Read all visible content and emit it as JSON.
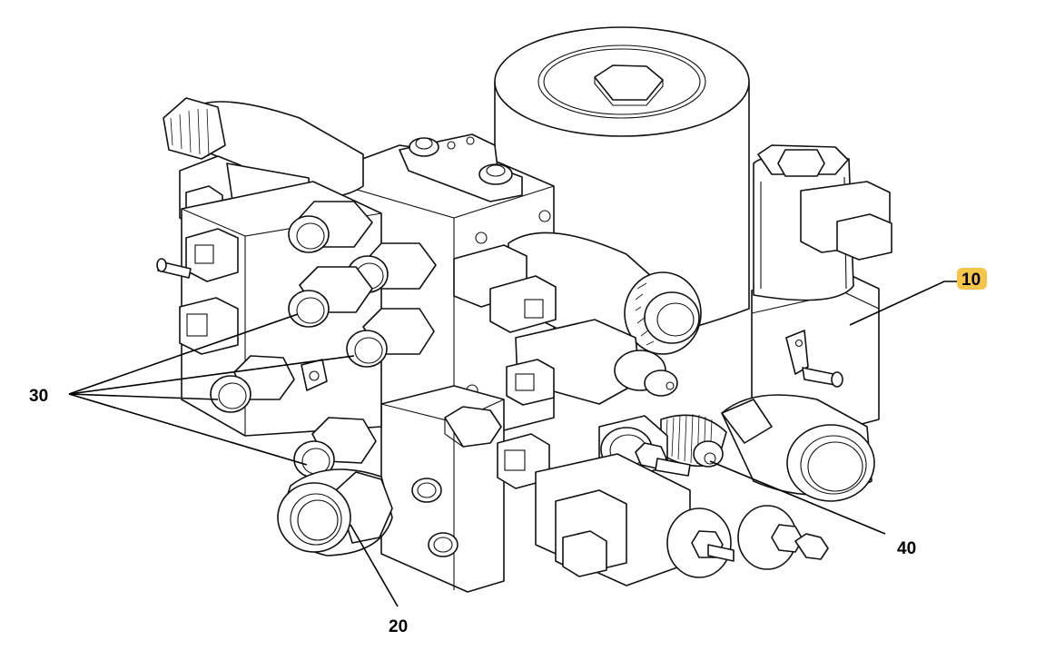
{
  "callouts": [
    {
      "id": "callout-10",
      "label": "10",
      "highlight": "#f6c64a"
    },
    {
      "id": "callout-20",
      "label": "20"
    },
    {
      "id": "callout-30",
      "label": "30"
    },
    {
      "id": "callout-40",
      "label": "40"
    }
  ],
  "colors": {
    "line": "#111111",
    "background": "#ffffff",
    "highlight": "#f6c64a"
  }
}
